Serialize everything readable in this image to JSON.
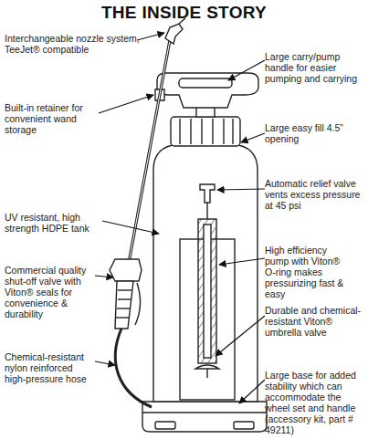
{
  "diagram": {
    "title": "THE INSIDE STORY",
    "labels": [
      "Interchangeable nozzle system, TeeJet® compatible",
      "Large carry/pump handle for easier pumping and carrying",
      "Built-in retainer for convenient wand storage",
      "Large easy fill 4.5” opening",
      "Automatic relief valve vents excess pressure at 45 psi",
      "UV resistant, high strength HDPE tank",
      "High efficiency pump with Viton® O-ring makes pressurizing fast & easy",
      "Commercial quality shut-off valve with Viton® seals for convenience & durability",
      "Durable and chemical-resistant Viton® umbrella valve",
      "Chemical-resistant nylon reinforced high-pressure hose",
      "Large base for added stability which can accommodate the wheel set and handle (accessory kit, part # 49211)"
    ]
  }
}
